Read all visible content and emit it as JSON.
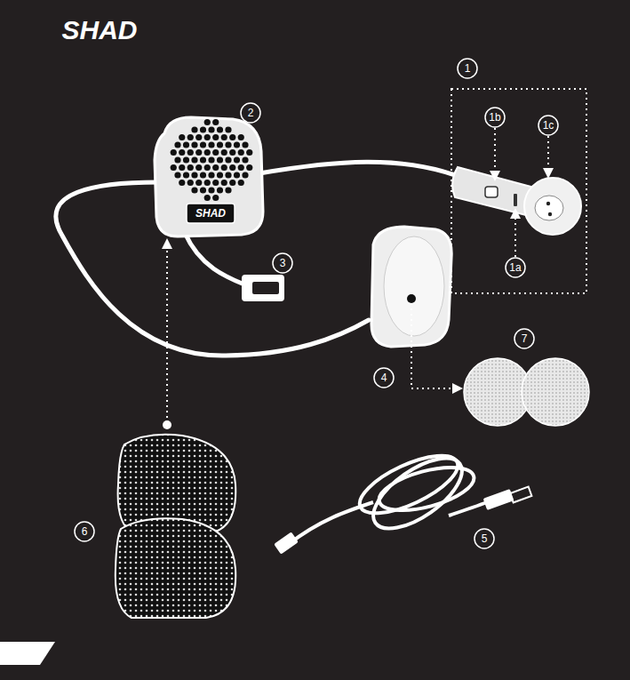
{
  "diagram": {
    "labels": [
      "SHAD",
      "1",
      "1b",
      "1c",
      "2",
      "3",
      "1a",
      "4",
      "7",
      "6",
      "5",
      "SHAD"
    ]
  }
}
